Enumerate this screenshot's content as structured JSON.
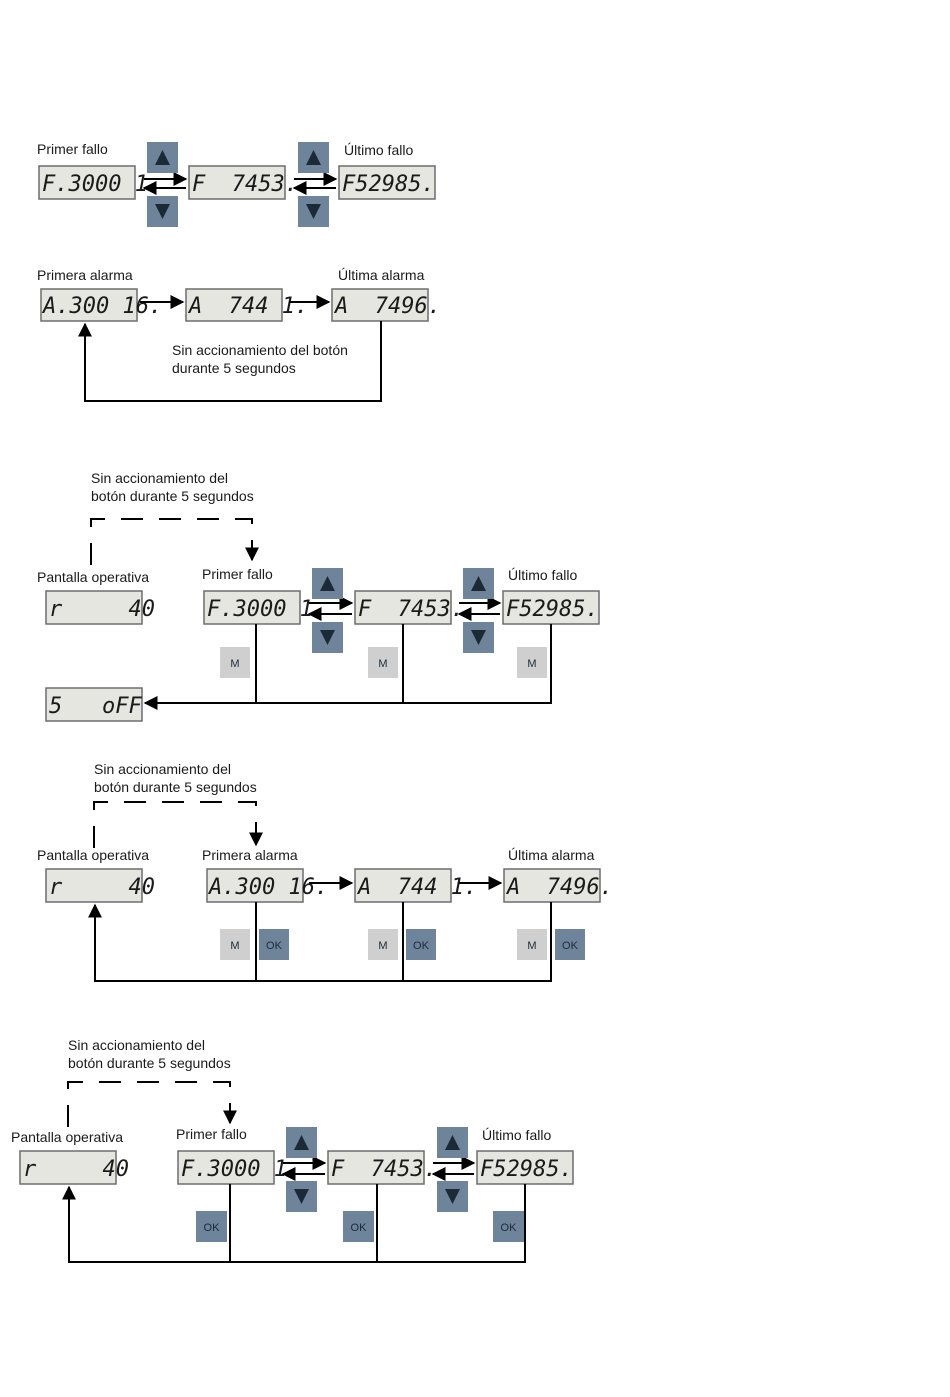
{
  "labels": {
    "primer_fallo": "Primer fallo",
    "ultimo_fallo": "Último fallo",
    "primera_alarma": "Primera alarma",
    "ultima_alarma": "Última alarma",
    "pantalla_operativa": "Pantalla operativa",
    "sin_acc_d1_l1": "Sin accionamiento del botón",
    "sin_acc_d1_l2": "durante 5 segundos",
    "sin_acc_l1": "Sin accionamiento del",
    "sin_acc_l2": "botón durante 5 segundos"
  },
  "displays": {
    "fault1": "F.3000 1.",
    "fault2": "F  7453.",
    "fault3": "F52985.",
    "alarm1": "A.300 16.",
    "alarm2": "A  744 1.",
    "alarm3": "A  7496.",
    "operating": "r     40",
    "soff": "5   oFF"
  },
  "keys": {
    "m": "M",
    "ok": "OK"
  },
  "colors": {
    "display_bg": "#e6e6e1",
    "updown_key": "#6e849a",
    "m_key": "#cfcfcf",
    "ok_key": "#6e849a"
  },
  "icons": {
    "up": "up-arrow-icon",
    "down": "down-arrow-icon"
  }
}
